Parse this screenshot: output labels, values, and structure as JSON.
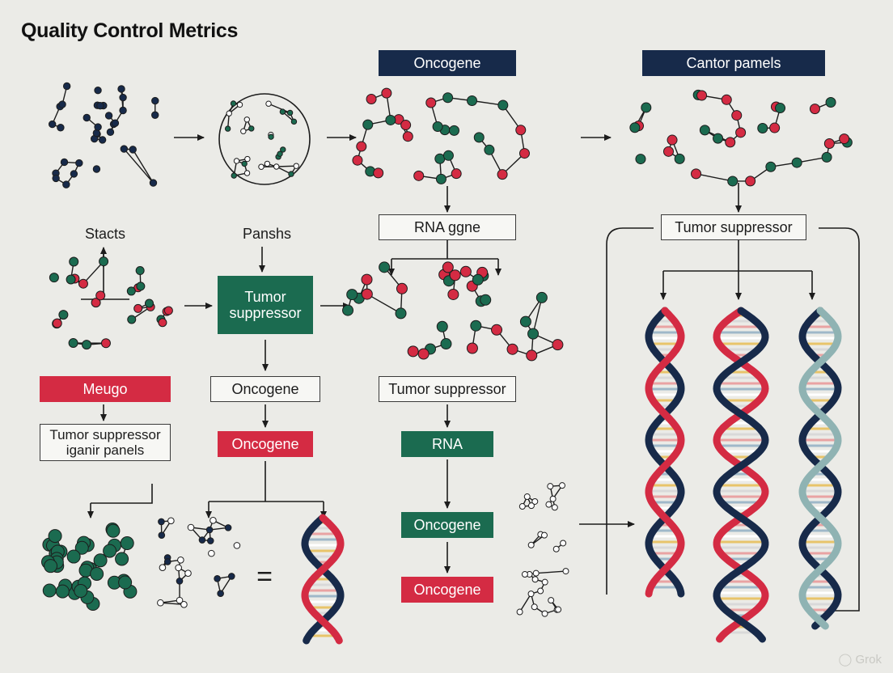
{
  "title": "Quality Control Metrics",
  "labels": {
    "oncogene_top": "Oncogene",
    "cantor_panels": "Cantor pamels",
    "stacts": "Stacts",
    "panshs": "Panshs",
    "rna_ggne": "RNA ggne",
    "tumor_suppressor_right": "Tumor suppressor",
    "tumor_suppressor_green": "Tumor suppressor",
    "meugo": "Meugo",
    "oncogene_outline": "Oncogene",
    "tumor_suppressor_mid": "Tumor suppressor",
    "tumor_suppressor_panels": "Tumor suppressor\niganir panels",
    "oncogene_red_left": "Oncogene",
    "rna": "RNA",
    "oncogene_green": "Oncogene",
    "oncogene_red_bottom": "Oncogene",
    "equals": "="
  },
  "colors": {
    "navy": "#172a4a",
    "green": "#1b6b50",
    "red": "#d42b43",
    "teal": "#8fb3b3",
    "background": "#ebebe7"
  },
  "watermark": "Grok"
}
